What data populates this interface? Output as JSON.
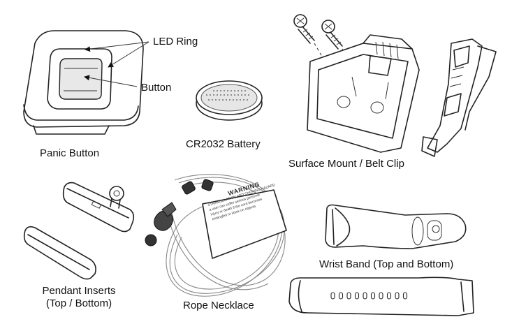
{
  "labels": {
    "led_ring": "LED Ring",
    "button": "Button",
    "panic_button": "Panic Button",
    "battery": "CR2032 Battery",
    "mount": "Surface Mount / Belt Clip",
    "pendant_line1": "Pendant Inserts",
    "pendant_line2": "(Top / Bottom)",
    "rope": "Rope Necklace",
    "wrist_band": "Wrist Band (Top and Bottom)"
  },
  "tag": {
    "heading": "WARNING",
    "lines": [
      "STRANGULATION AND CHOKING HAZARD",
      "a user can suffer serious personal",
      "injury or death if the cord becomes",
      "entangled or stuck on objects"
    ]
  }
}
